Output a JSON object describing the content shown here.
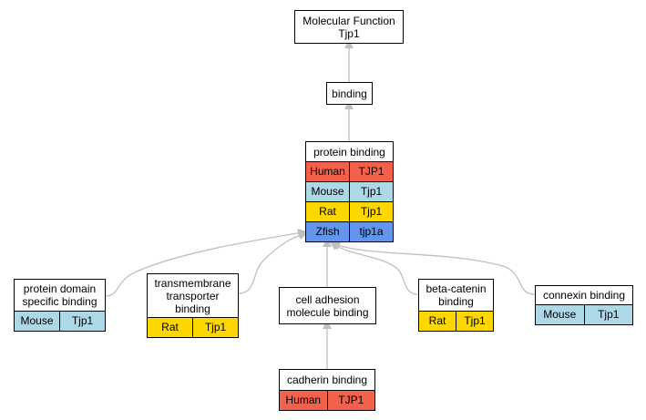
{
  "colors": {
    "human": "#f4614b",
    "mouse": "#add8e6",
    "rat": "#ffd700",
    "zfish": "#6495ed",
    "edge": "#bfbfbf"
  },
  "nodes": {
    "root": {
      "title": "Molecular Function\nTjp1",
      "rows": []
    },
    "binding": {
      "title": "binding",
      "rows": []
    },
    "protein_binding": {
      "title": "protein binding",
      "rows": [
        {
          "species": "Human",
          "gene": "TJP1",
          "color": "human"
        },
        {
          "species": "Mouse",
          "gene": "Tjp1",
          "color": "mouse"
        },
        {
          "species": "Rat",
          "gene": "Tjp1",
          "color": "rat"
        },
        {
          "species": "Zfish",
          "gene": "tjp1a",
          "color": "zfish"
        }
      ]
    },
    "protein_domain": {
      "title": "protein domain\nspecific binding",
      "rows": [
        {
          "species": "Mouse",
          "gene": "Tjp1",
          "color": "mouse"
        }
      ]
    },
    "transmembrane": {
      "title": "transmembrane\ntransporter\nbinding",
      "rows": [
        {
          "species": "Rat",
          "gene": "Tjp1",
          "color": "rat"
        }
      ]
    },
    "cell_adhesion": {
      "title": "cell adhesion\nmolecule binding",
      "rows": []
    },
    "beta_catenin": {
      "title": "beta-catenin\nbinding",
      "rows": [
        {
          "species": "Rat",
          "gene": "Tjp1",
          "color": "rat"
        }
      ]
    },
    "connexin": {
      "title": "connexin binding",
      "rows": [
        {
          "species": "Mouse",
          "gene": "Tjp1",
          "color": "mouse"
        }
      ]
    },
    "cadherin": {
      "title": "cadherin binding",
      "rows": [
        {
          "species": "Human",
          "gene": "TJP1",
          "color": "human"
        }
      ]
    }
  }
}
